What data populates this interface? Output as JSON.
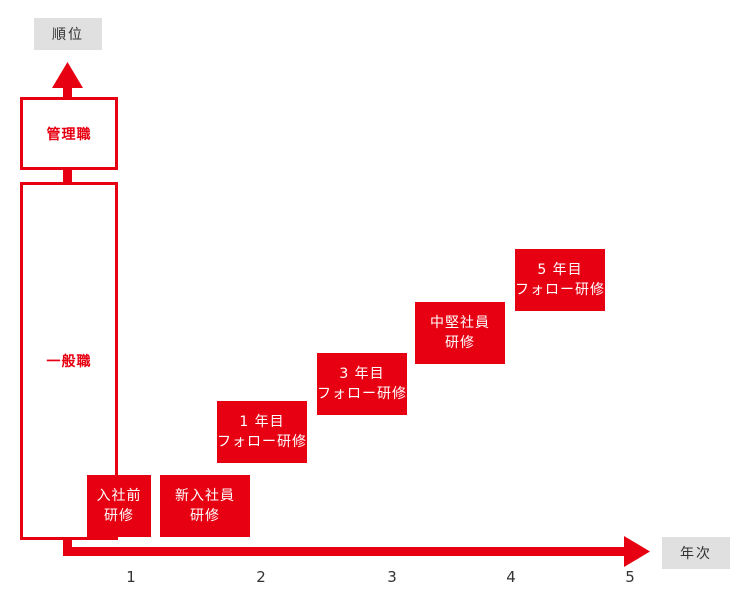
{
  "y_axis": {
    "label": "順位"
  },
  "x_axis": {
    "label": "年次",
    "ticks": [
      "1",
      "2",
      "3",
      "4",
      "5"
    ]
  },
  "levels": {
    "management": "管理職",
    "general": "一般職"
  },
  "stages": [
    {
      "line1": "入社前",
      "line2": "研修"
    },
    {
      "line1": "新入社員",
      "line2": "研修"
    },
    {
      "line1": "1 年目",
      "line2": "フォロー研修"
    },
    {
      "line1": "3 年目",
      "line2": "フォロー研修"
    },
    {
      "line1": "中堅社員",
      "line2": "研修"
    },
    {
      "line1": "5 年目",
      "line2": "フォロー研修"
    }
  ],
  "colors": {
    "accent": "#e60012",
    "tag_bg": "#e0e0e0",
    "text": "#333333"
  }
}
